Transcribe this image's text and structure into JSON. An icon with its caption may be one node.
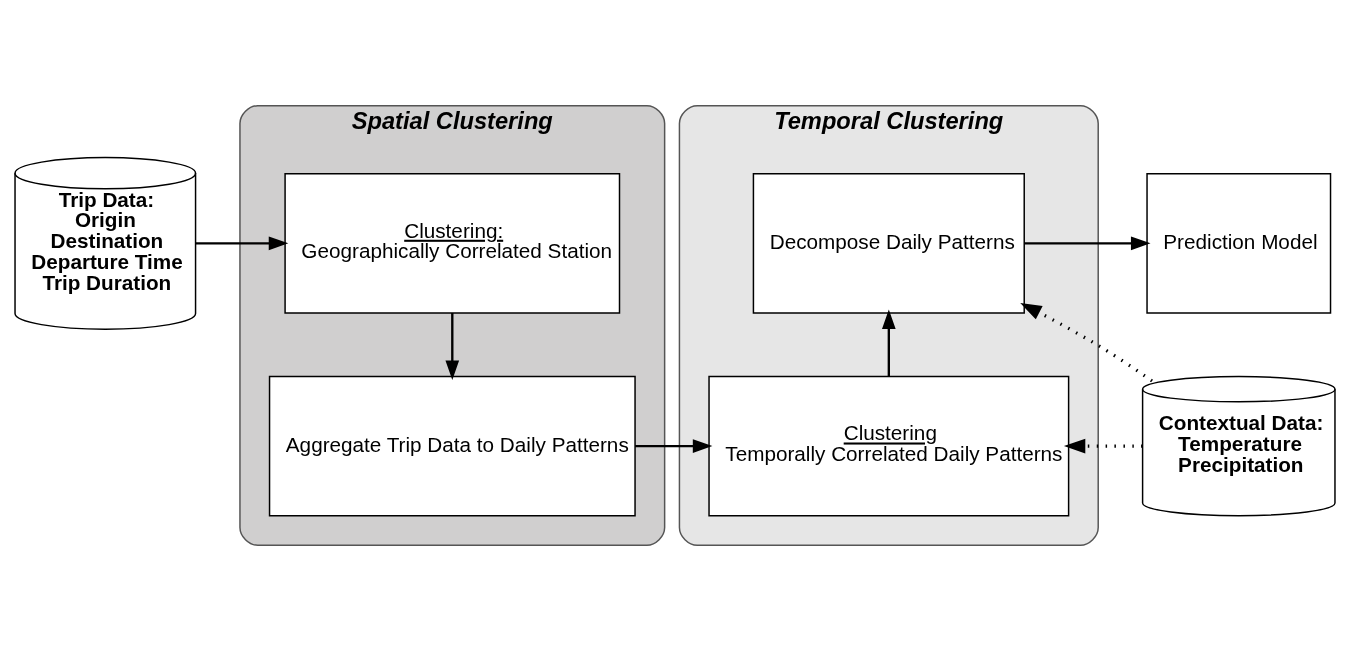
{
  "diagram": {
    "nodes": [
      {
        "text": [
          "Trip Data:",
          "Origin",
          "Destination",
          "Departure Time",
          "Trip Duration"
        ]
      },
      {
        "text": [
          "Spatial Clustering"
        ]
      },
      {
        "text": [
          "Clustering:",
          "Geographically Correlated Station"
        ],
        "in": 1
      },
      {
        "text": [
          "Aggregate Trip Data to Daily Patterns"
        ],
        "in": 1
      },
      {
        "text": [
          "Temporal Clustering"
        ]
      },
      {
        "text": [
          "Decompose Daily Patterns"
        ],
        "in": 4
      },
      {
        "text": [
          "Clustering",
          "Temporally Correlated Daily Patterns"
        ],
        "in": 4
      },
      {
        "text": [
          "Prediction Model"
        ]
      },
      {
        "text": [
          "Contextual Data:",
          "Temperature",
          "Precipitation"
        ]
      }
    ],
    "edges": [
      {
        "from": 0,
        "to": 2,
        "arrow": "to"
      },
      {
        "from": 2,
        "to": 3,
        "arrow": "to"
      },
      {
        "from": 3,
        "to": 6,
        "arrow": "to"
      },
      {
        "from": 6,
        "to": 5,
        "arrow": "to"
      },
      {
        "from": 5,
        "to": 7,
        "arrow": "to"
      },
      {
        "from": 8,
        "to": 6,
        "arrow": "to",
        "style": "dashed"
      },
      {
        "from": 8,
        "to": 5,
        "arrow": "to",
        "style": "dashed"
      }
    ]
  }
}
